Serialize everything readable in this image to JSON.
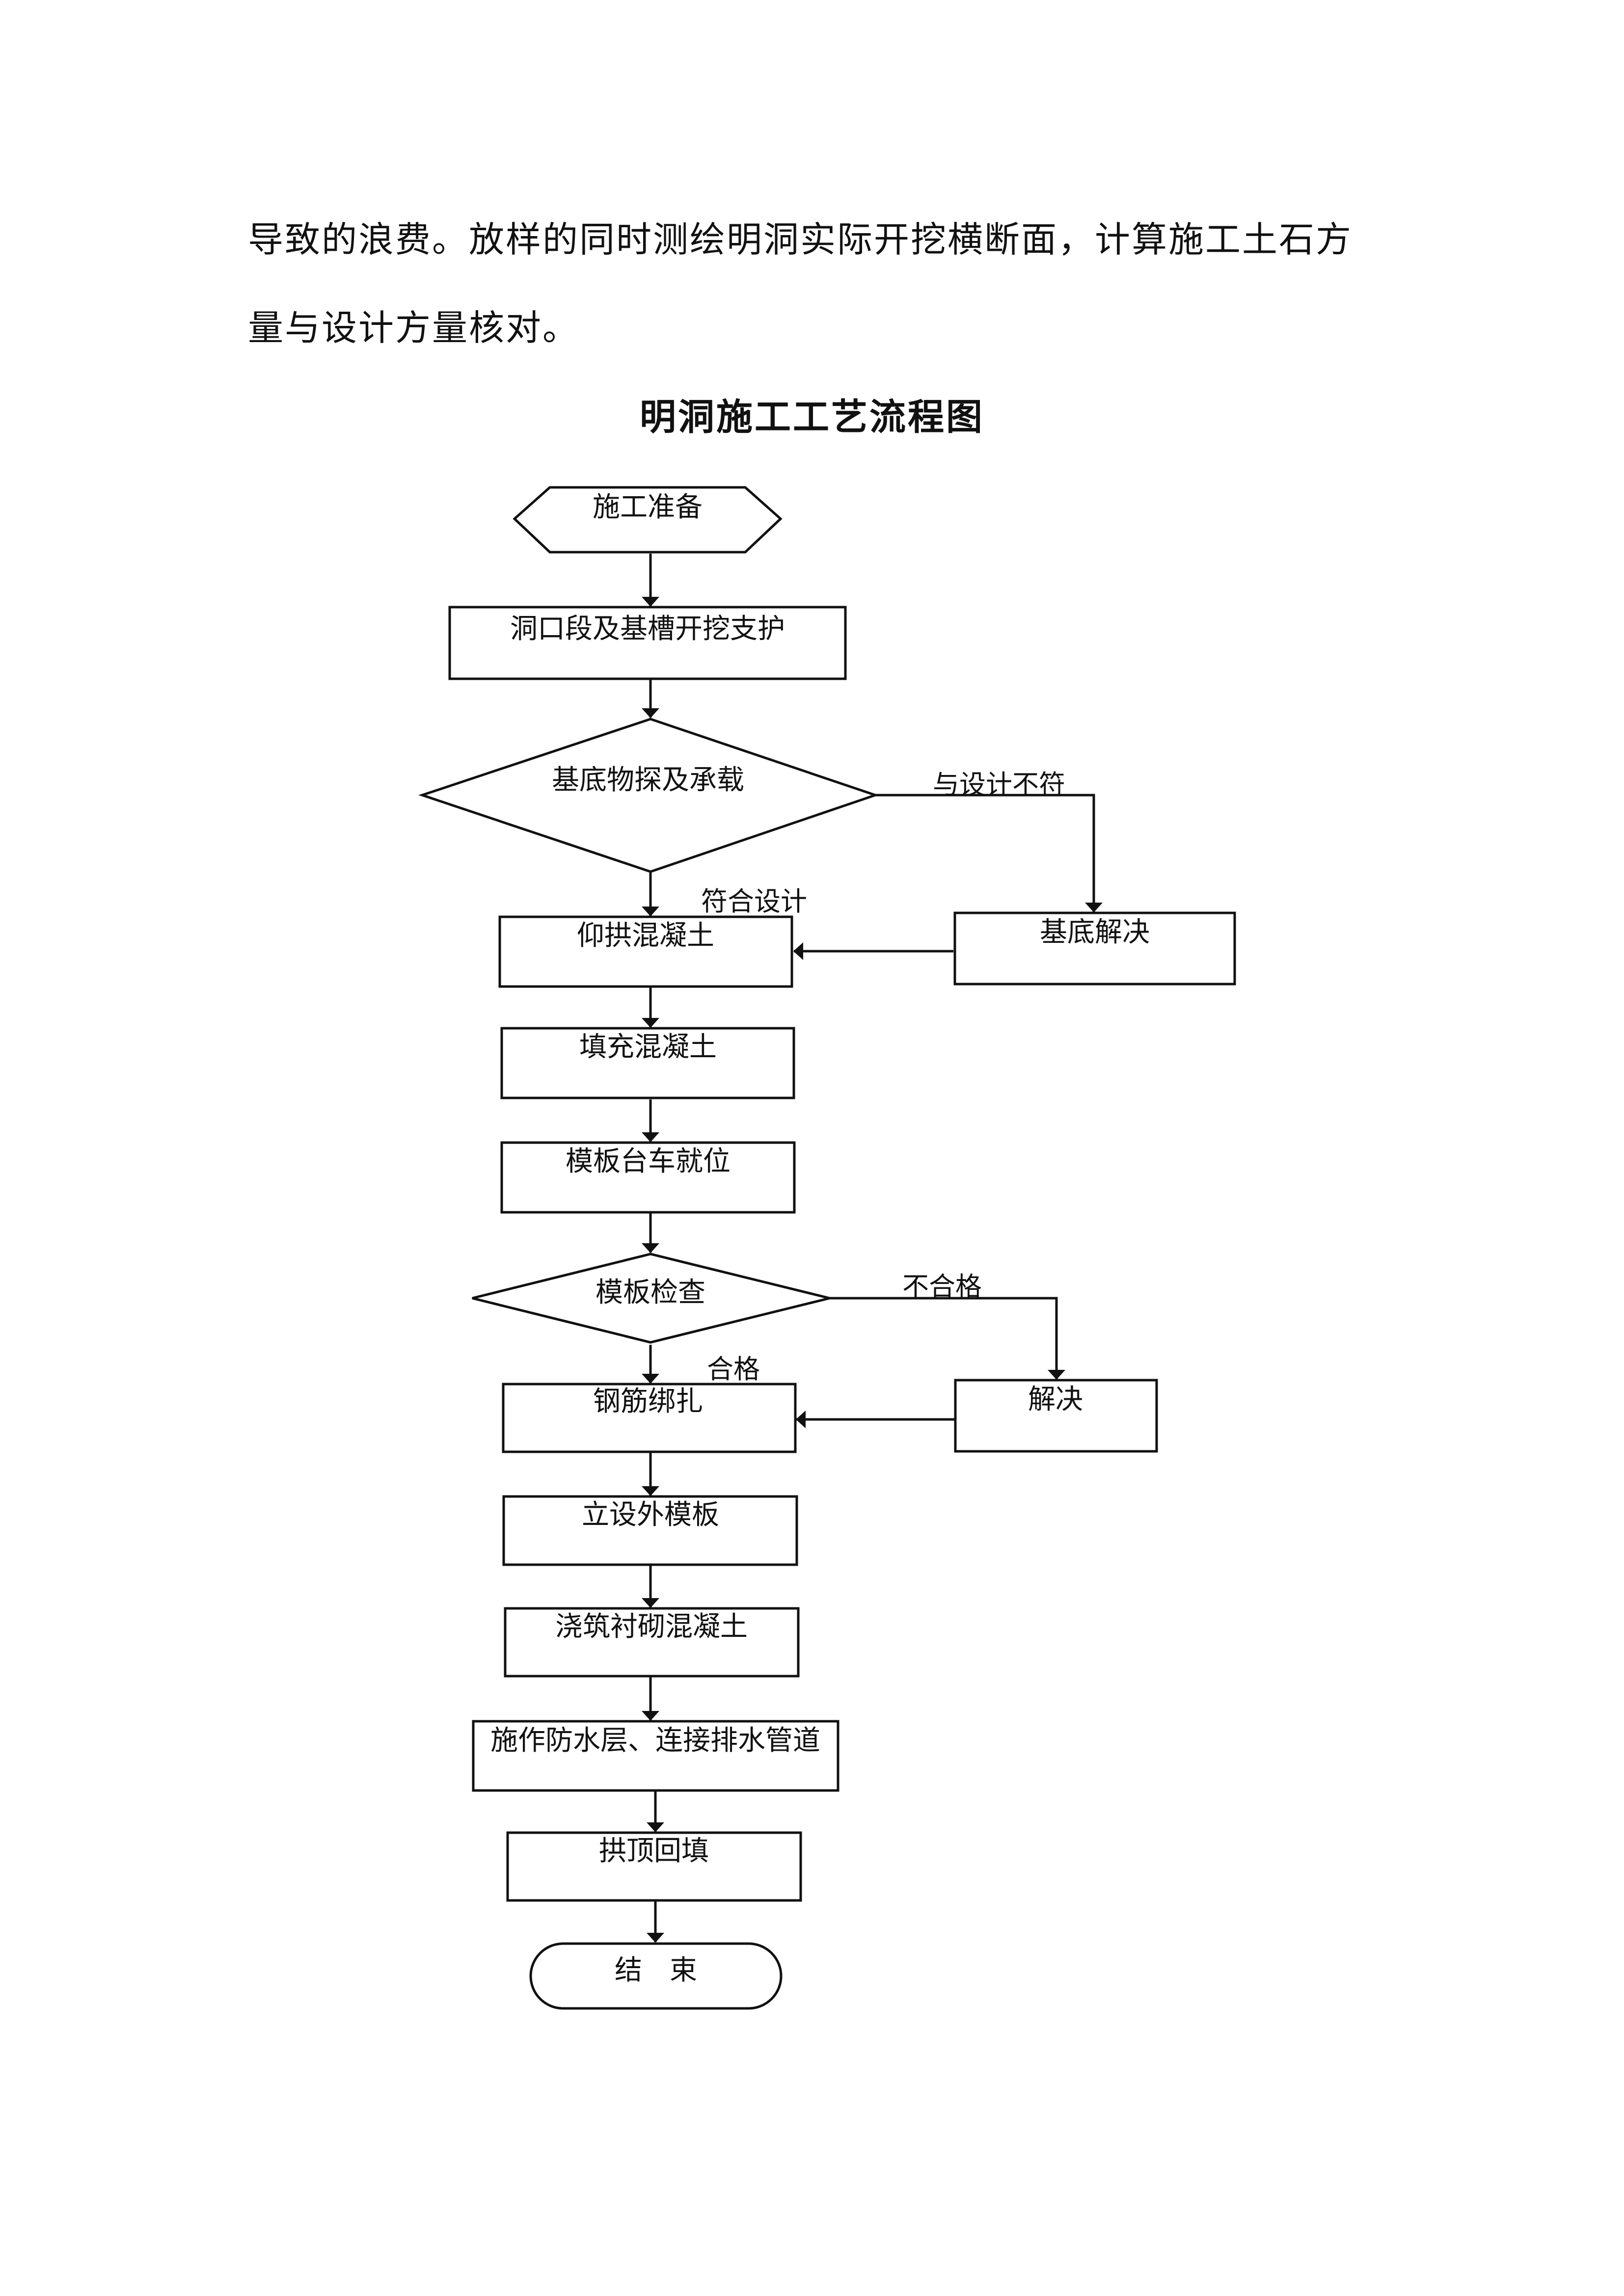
{
  "text": {
    "line1": "导致的浪费。放样的同时测绘明洞实际开挖横断面，计算施工土石方",
    "line2": "量与设计方量核对。"
  },
  "diagram": {
    "title": "明洞施工工艺流程图",
    "nodes": {
      "start": "施工准备",
      "excavation": "洞口段及基槽开挖支护",
      "foundation_check": "基底物探及承载",
      "invert": "仰拱混凝土",
      "foundation_fix": "基底解决",
      "fill_concrete": "填充混凝土",
      "formwork_trolley": "模板台车就位",
      "formwork_check": "模板检查",
      "rebar": "钢筋绑扎",
      "fix": "解决",
      "outer_formwork": "立设外模板",
      "lining": "浇筑衬砌混凝土",
      "waterproof": "施作防水层、连接排水管道",
      "backfill": "拱顶回填",
      "end": "结　束"
    },
    "edge_labels": {
      "mismatch_design": "与设计不符",
      "match_design": "符合设计",
      "unqualified": "不合格",
      "qualified": "合格"
    }
  }
}
